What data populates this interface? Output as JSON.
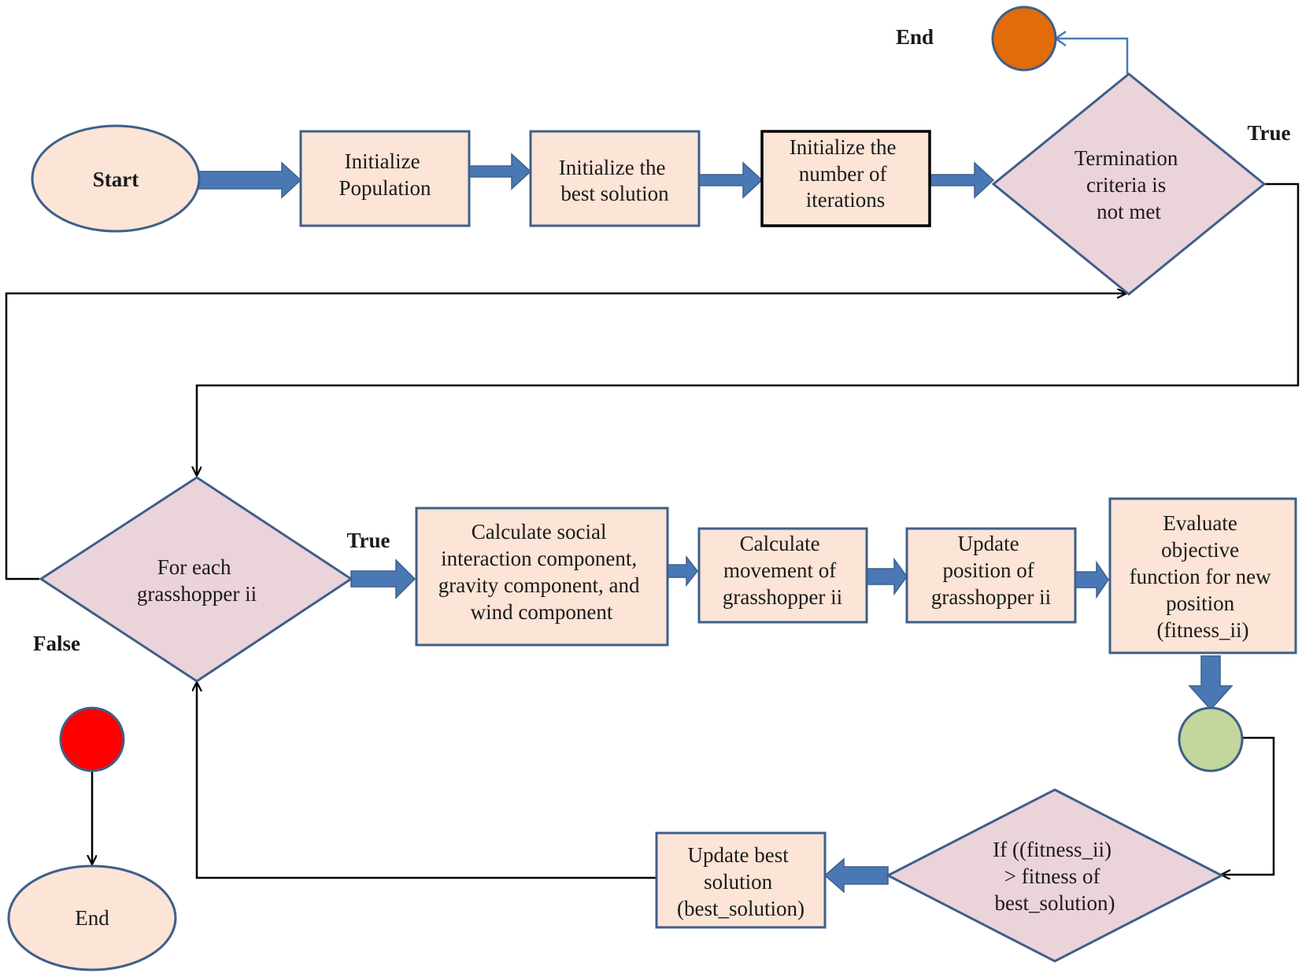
{
  "nodes": {
    "start": {
      "label": "Start"
    },
    "init_population": {
      "lines": [
        "Initialize",
        "Population"
      ]
    },
    "init_best": {
      "lines": [
        "Initialize  the",
        "best solution"
      ]
    },
    "init_iterations": {
      "lines": [
        "Initialize  the",
        "number of",
        "iterations"
      ]
    },
    "termination": {
      "lines": [
        "Termination",
        "criteria  is",
        "not met"
      ]
    },
    "for_each": {
      "lines": [
        "For each",
        "grasshopper ii"
      ]
    },
    "calc_social": {
      "lines": [
        "Calculate social",
        "interaction component,",
        "gravity  component, and",
        "wind component"
      ]
    },
    "calc_movement": {
      "lines": [
        "Calculate",
        "movement of",
        "grasshopper ii"
      ]
    },
    "update_position": {
      "lines": [
        "Update",
        "position of",
        "grasshopper ii"
      ]
    },
    "evaluate": {
      "lines": [
        "Evaluate",
        "objective",
        "function for new",
        "position",
        "(fitness_ii)"
      ]
    },
    "if_fitness": {
      "lines": [
        "If ((fitness_ii)",
        "> fitness of",
        "best_solution)"
      ]
    },
    "update_best": {
      "lines": [
        "Update best",
        "solution",
        "(best_solution)"
      ]
    },
    "end_bottom": {
      "label": "End"
    }
  },
  "labels": {
    "end_top": "End",
    "true_top": "True",
    "true_mid": "True",
    "false_left": "False"
  },
  "colors": {
    "box_fill": "#FCE4D6",
    "box_stroke": "#3E5F8A",
    "diamond_fill": "#EBD3DA",
    "arrow_blue": "#4A78B5",
    "connector_green": "#C3D69B",
    "end_orange": "#E26B0A",
    "end_red": "#FF0000",
    "line_black": "#000000",
    "line_blue": "#4A78B5"
  }
}
